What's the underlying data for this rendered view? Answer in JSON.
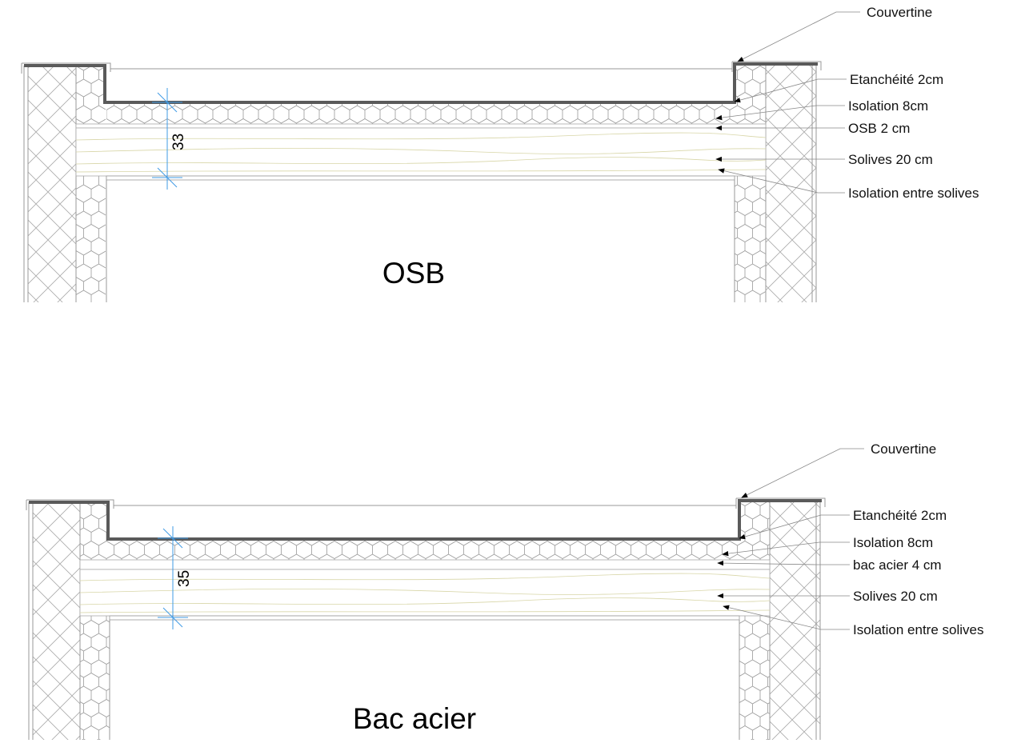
{
  "drawings": [
    {
      "title": "OSB",
      "dimension": "33",
      "labels": {
        "couvertine": "Couvertine",
        "etancheite": "Etanchéité 2cm",
        "isolation": "Isolation 8cm",
        "support": "OSB 2 cm",
        "solives": "Solives 20 cm",
        "isolation_solives": "Isolation entre solives"
      }
    },
    {
      "title": "Bac acier",
      "dimension": "35",
      "labels": {
        "couvertine": "Couvertine",
        "etancheite": "Etanchéité 2cm",
        "isolation": "Isolation 8cm",
        "support": "bac acier 4 cm",
        "solives": "Solives 20 cm",
        "isolation_solives": "Isolation entre solives"
      }
    }
  ]
}
